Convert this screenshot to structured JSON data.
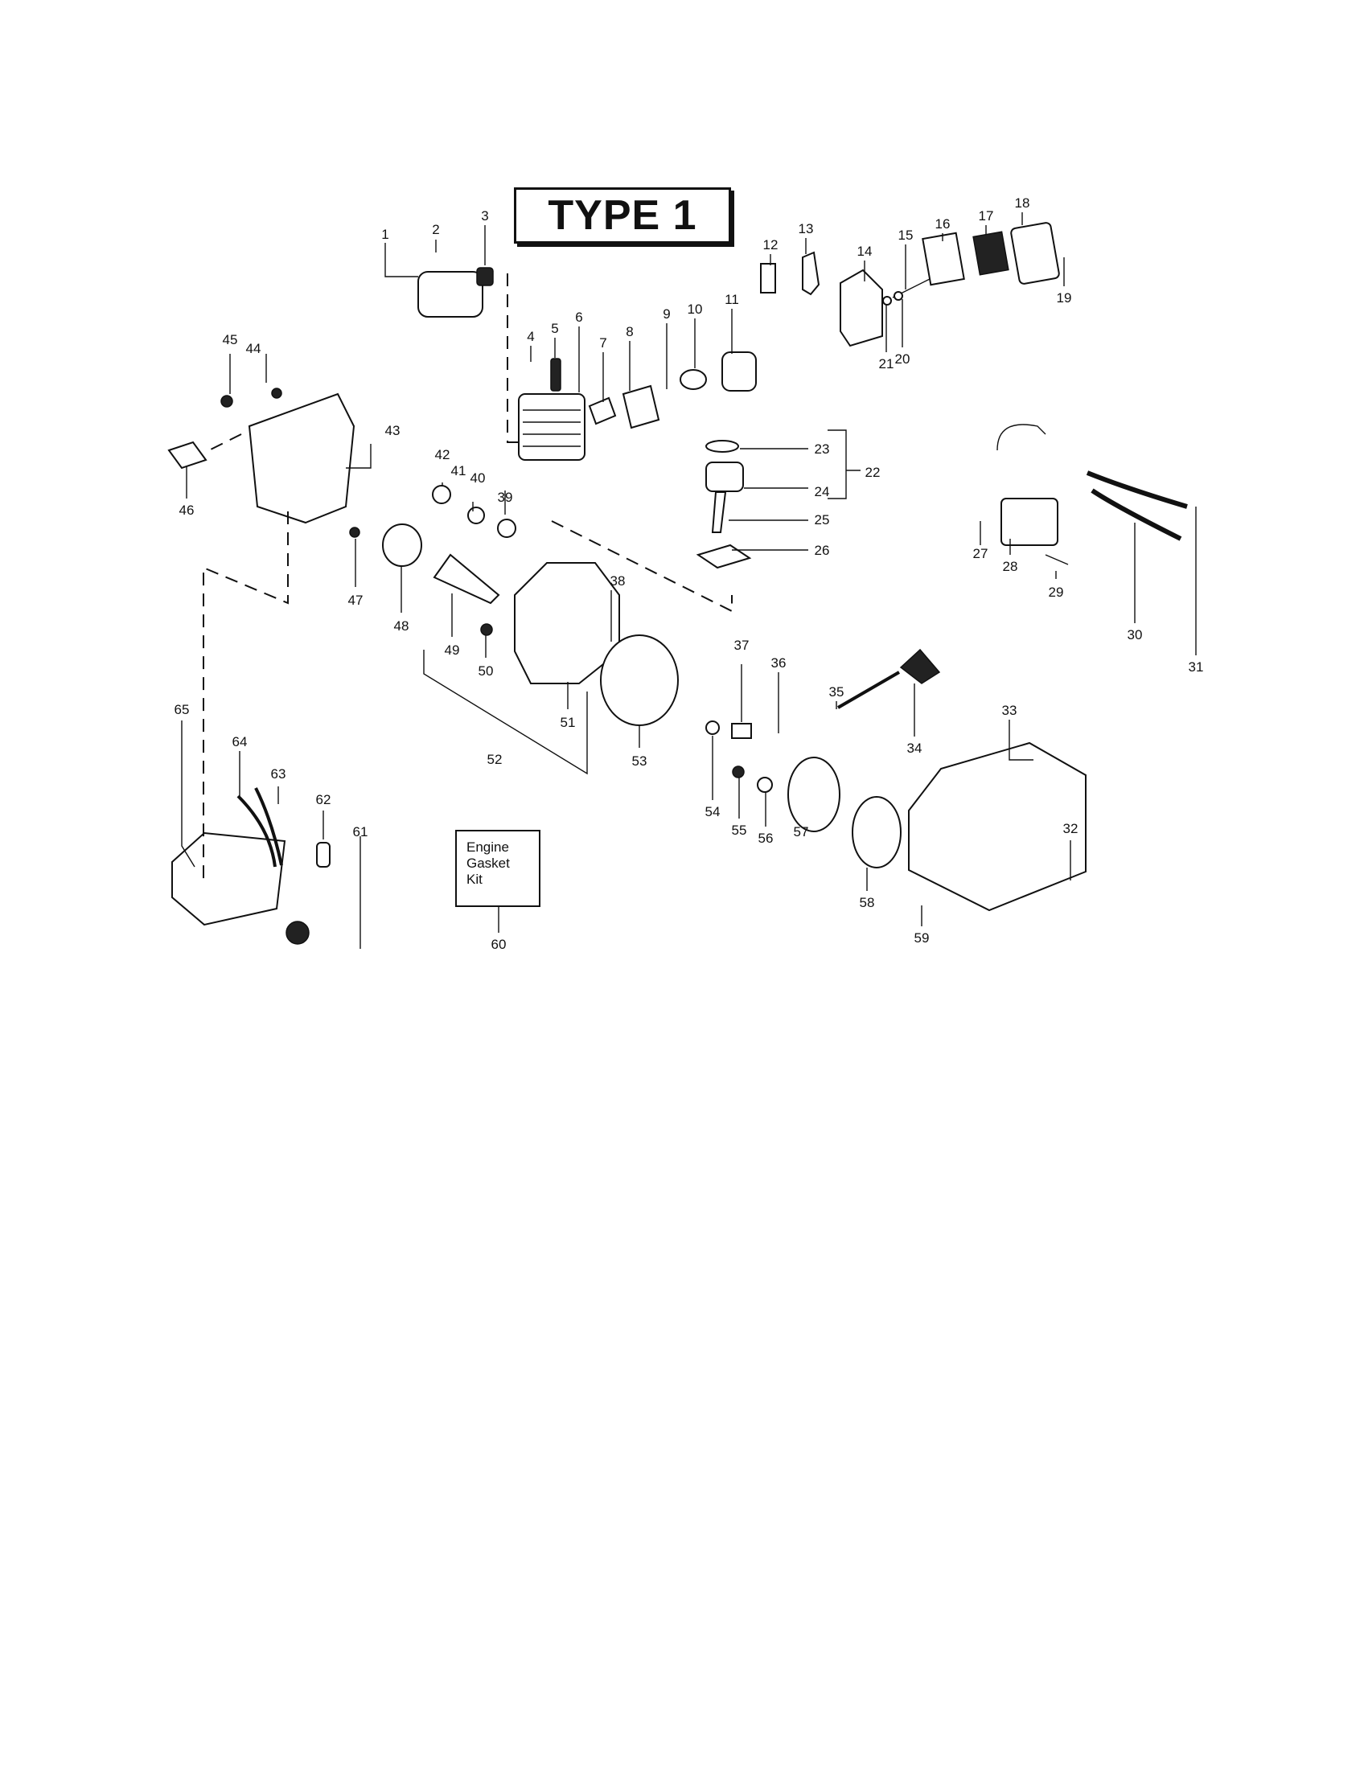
{
  "title": "TYPE 1",
  "kit_box": {
    "lines": [
      "Engine",
      "Gasket",
      "Kit"
    ]
  },
  "callouts": [
    "1",
    "2",
    "3",
    "4",
    "5",
    "6",
    "7",
    "8",
    "9",
    "10",
    "11",
    "12",
    "13",
    "14",
    "15",
    "16",
    "17",
    "18",
    "19",
    "20",
    "21",
    "22",
    "23",
    "24",
    "25",
    "26",
    "27",
    "28",
    "29",
    "30",
    "31",
    "32",
    "33",
    "34",
    "35",
    "36",
    "37",
    "38",
    "39",
    "40",
    "41",
    "42",
    "43",
    "44",
    "45",
    "46",
    "47",
    "48",
    "49",
    "50",
    "51",
    "52",
    "53",
    "54",
    "55",
    "56",
    "57",
    "58",
    "59",
    "60",
    "61",
    "62",
    "63",
    "64",
    "65"
  ]
}
